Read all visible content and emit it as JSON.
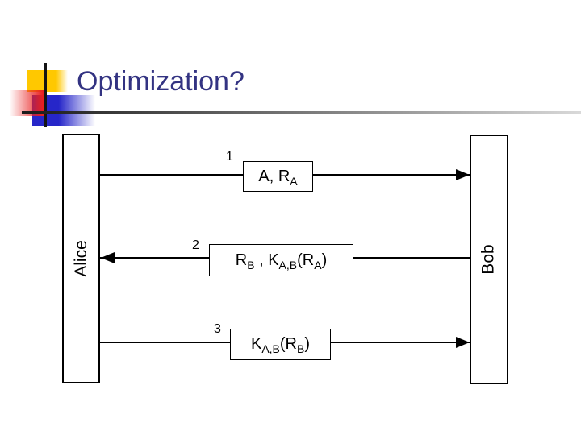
{
  "slide": {
    "title": "Optimization?"
  },
  "colors": {
    "title-color": "#333382",
    "accent-yellow": "#ffc800",
    "accent-red": "#e81f1f",
    "accent-blue": "#2626c9",
    "line-color": "#000000",
    "rule-dark": "#1a1a1a",
    "rule-light": "#d9d9d9"
  },
  "diagram": {
    "actors": [
      {
        "name": "Alice"
      },
      {
        "name": "Bob"
      }
    ],
    "messages": [
      {
        "number": "1",
        "direction": "alice-to-bob",
        "label_parts": [
          {
            "text": "A, R"
          },
          {
            "text": "A",
            "sub": true
          }
        ]
      },
      {
        "number": "2",
        "direction": "bob-to-alice",
        "label_parts": [
          {
            "text": "R"
          },
          {
            "text": "B",
            "sub": true
          },
          {
            "text": " , K"
          },
          {
            "text": "A,B",
            "sub": true
          },
          {
            "text": "(R"
          },
          {
            "text": "A",
            "sub": true
          },
          {
            "text": ")"
          }
        ]
      },
      {
        "number": "3",
        "direction": "alice-to-bob",
        "label_parts": [
          {
            "text": "K"
          },
          {
            "text": "A,B",
            "sub": true
          },
          {
            "text": "(R"
          },
          {
            "text": "B",
            "sub": true
          },
          {
            "text": ")"
          }
        ]
      }
    ]
  }
}
